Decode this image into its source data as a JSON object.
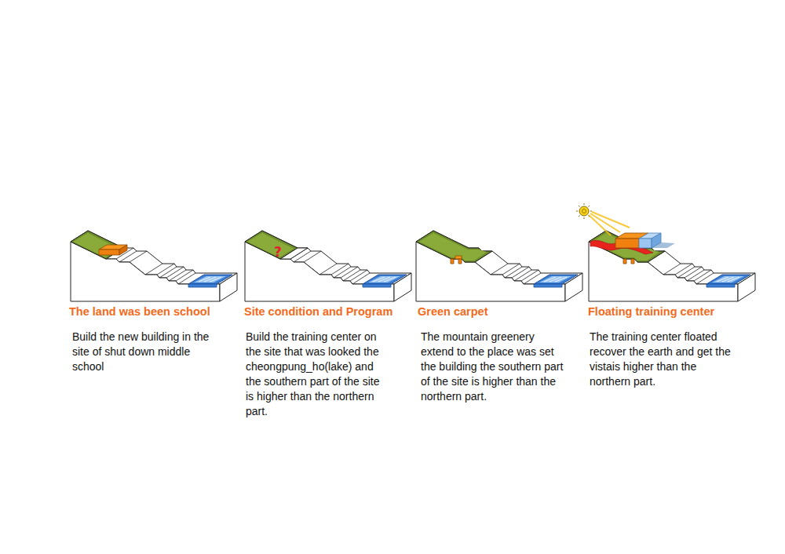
{
  "diagram": {
    "labels": [
      "The land was been school",
      "Build the new building in the site of shut down middle school",
      "Site condition and Program",
      "Build the training center on the site that was looked the cheongpung_ho(lake) and the southern part of the site is higher than the northern part.",
      "?",
      "Green carpet",
      "The mountain greenery extend to the place was set the building the southern part of the site is higher than the northern part.",
      "Floating training center",
      "The training center floated recover the earth and get the vistais higher than the northern part."
    ]
  }
}
